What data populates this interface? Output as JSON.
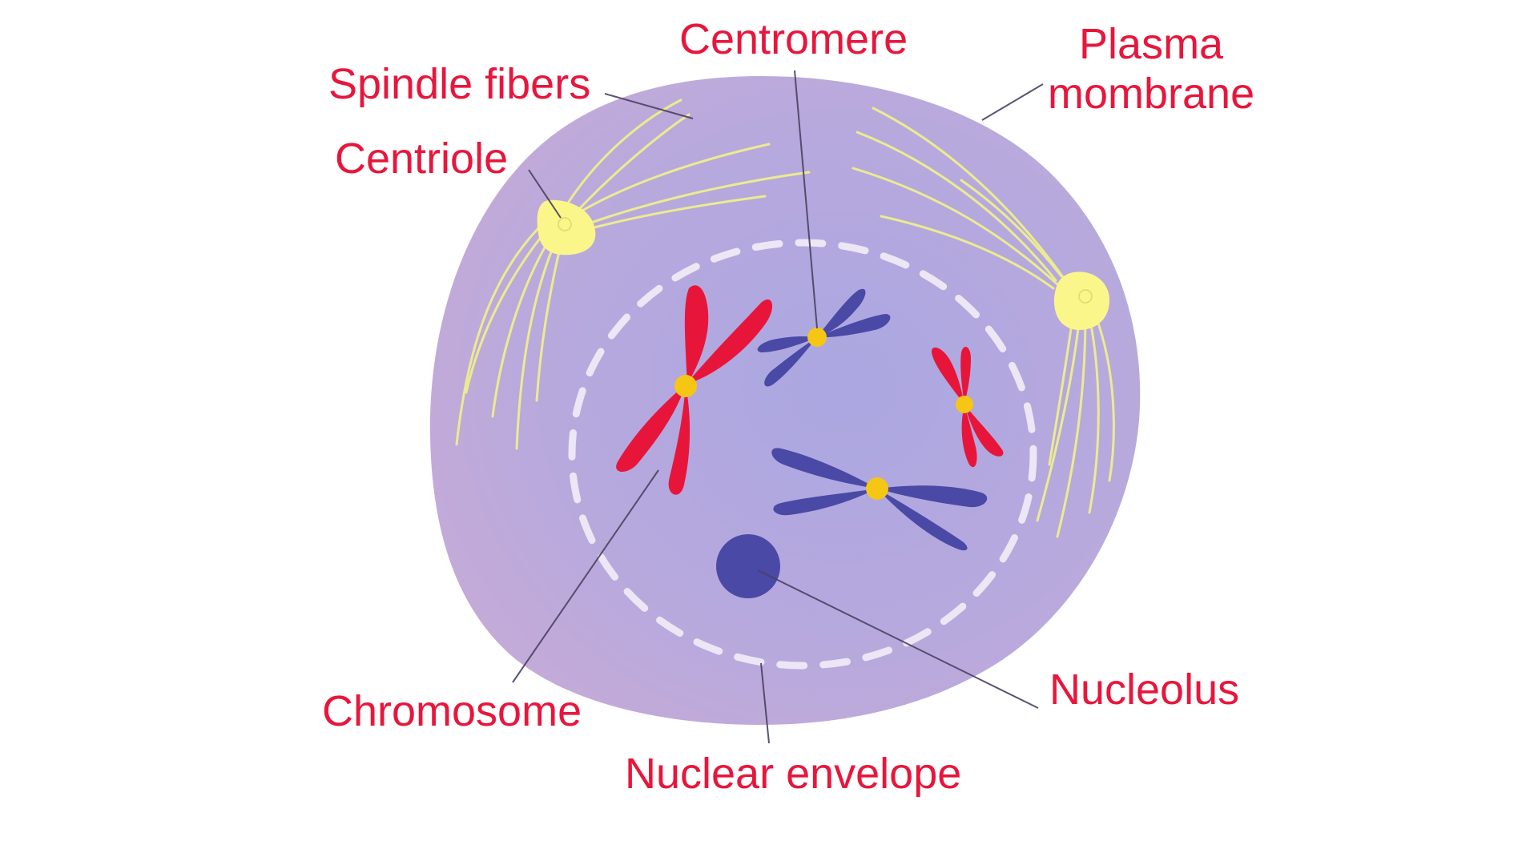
{
  "labels": {
    "centromere": "Centromere",
    "plasma_membrane": "Plasma\nmombrane",
    "spindle_fibers": "Spindle fibers",
    "centriole": "Centriole",
    "chromosome": "Chromosome",
    "nucleolus": "Nucleolus",
    "nuclear_envelope": "Nuclear envelope"
  },
  "colors": {
    "label_text": "#e8163c",
    "cell": "#bba7db",
    "cell_highlight": "#a9a6e0",
    "nuclear_envelope_dash": "#ece6f5",
    "spindle_fiber": "#efef8c",
    "centriole": "#fbf68a",
    "chromosome_red": "#e8153a",
    "chromosome_blue": "#4a49a6",
    "centromere_dot": "#f5c614",
    "nucleolus": "#4a49a6",
    "leader_line": "#4a4060"
  }
}
